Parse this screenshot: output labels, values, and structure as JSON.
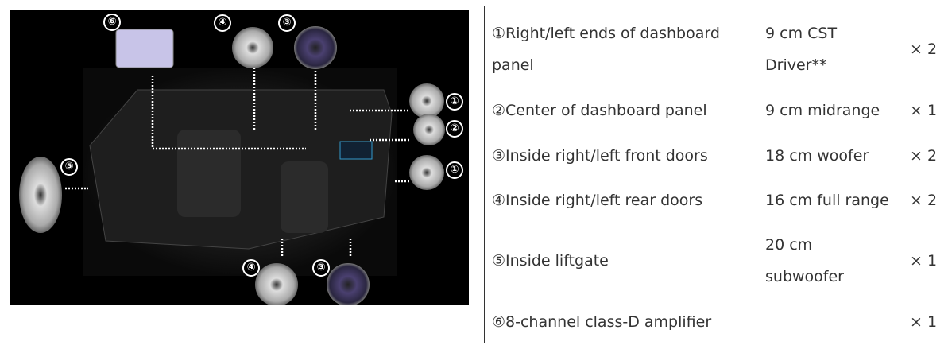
{
  "diagram": {
    "labels": {
      "amp": "⑥",
      "rear_top": "④",
      "front_top": "③",
      "dash_r": "①",
      "center": "②",
      "dash_l": "①",
      "sub": "⑤",
      "rear_bot": "④",
      "front_bot": "③"
    }
  },
  "table": {
    "rows": [
      {
        "location": [
          "①Right/left ends of dashboard",
          "panel"
        ],
        "speaker": [
          "9 cm CST",
          "Driver**"
        ],
        "qty": "× 2"
      },
      {
        "location": [
          "②Center of dashboard panel"
        ],
        "speaker": [
          "9 cm midrange"
        ],
        "qty": "× 1"
      },
      {
        "location": [
          "③Inside right/left front doors"
        ],
        "speaker": [
          "18 cm woofer"
        ],
        "qty": "× 2"
      },
      {
        "location": [
          "④Inside right/left rear doors"
        ],
        "speaker": [
          "16 cm full range"
        ],
        "qty": "× 2"
      },
      {
        "location": [
          "⑤Inside liftgate"
        ],
        "speaker": [
          "20 cm",
          "subwoofer"
        ],
        "qty": "× 1"
      },
      {
        "location": [
          "⑥8-channel class-D amplifier"
        ],
        "speaker": [],
        "qty": "× 1"
      }
    ]
  }
}
